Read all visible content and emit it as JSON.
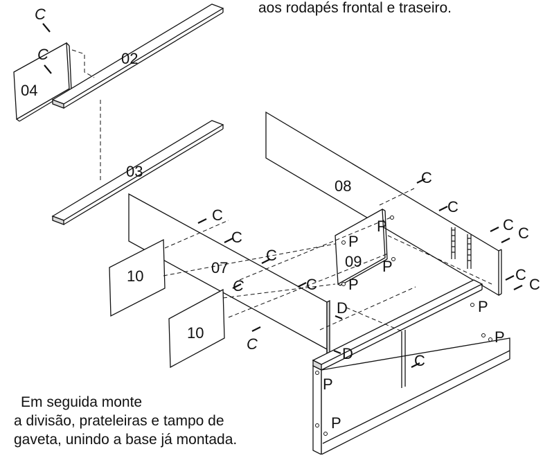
{
  "top_caption": "aos rodapés frontal e traseiro.",
  "bottom_caption": [
    "Em seguida monte",
    "a divisão, prateleiras e tampo de",
    "gaveta, unindo a base já montada."
  ],
  "parts": {
    "p02": "02",
    "p03": "03",
    "p04": "04",
    "p07": "07",
    "p08": "08",
    "p09": "09",
    "p10a": "10",
    "p10b": "10"
  },
  "hardware": {
    "screw": "C",
    "pin": "P",
    "dowel": "D"
  }
}
